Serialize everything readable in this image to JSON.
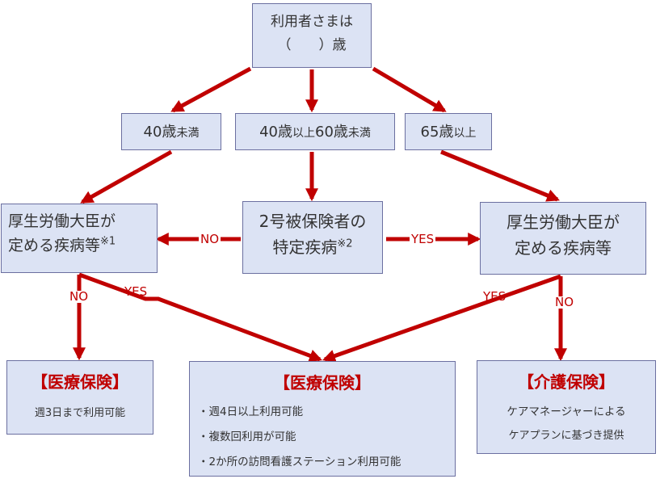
{
  "colors": {
    "arrow": "#c00000",
    "box_fill": "#dce3f4",
    "box_border": "#6b6fa0",
    "text": "#333333"
  },
  "top": {
    "line1": "利用者さまは",
    "line2": "（　　）歳"
  },
  "age": {
    "under40_big": "40歳",
    "under40_small": "未満",
    "mid_big1": "40歳",
    "mid_small1": "以上",
    "mid_big2": "60歳",
    "mid_small2": "未満",
    "over65_big": "65歳",
    "over65_small": "以上"
  },
  "left_disease": {
    "line1": "厚生労働大臣が",
    "line2": "定める疾病等",
    "note": "※1"
  },
  "center_disease": {
    "line1": "2号被保険者の",
    "line2": "特定疾病",
    "note": "※2"
  },
  "right_disease": {
    "line1": "厚生労働大臣が",
    "line2": "定める疾病等"
  },
  "labels": {
    "no_left": "NO",
    "yes_right": "YES",
    "no_down": "NO",
    "yes_center": "YES",
    "yes_from_right": "YES",
    "no_right_down": "NO"
  },
  "result_left": {
    "title": "【医療保険】",
    "body": "週3日まで利用可能"
  },
  "result_center": {
    "title": "【医療保険】",
    "items": [
      "・週4日以上利用可能",
      "・複数回利用が可能",
      "・2か所の訪問看護ステーション利用可能"
    ]
  },
  "result_right": {
    "title": "【介護保険】",
    "line1": "ケアマネージャーによる",
    "line2": "ケアプランに基づき提供"
  }
}
